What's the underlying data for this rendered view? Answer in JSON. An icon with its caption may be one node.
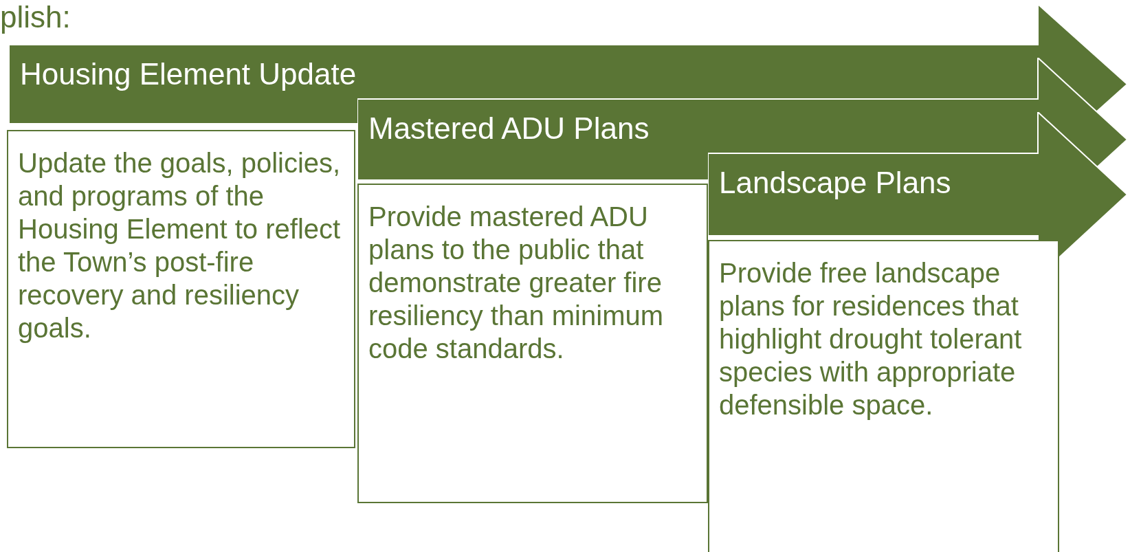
{
  "diagram": {
    "nodes": [
      {
        "text": [
          "Housing Element Update"
        ]
      },
      {
        "text": [
          "Update the goals, policies, and programs of the Housing Element to reflect the Town’s post-fire recovery and resiliency goals."
        ]
      },
      {
        "text": [
          "Mastered ADU Plans"
        ]
      },
      {
        "text": [
          "Provide mastered ADU plans to the public that demonstrate greater fire resiliency than minimum code standards."
        ]
      },
      {
        "text": [
          "Landscape Plans"
        ]
      },
      {
        "text": [
          "Provide free landscape plans for residences that highlight drought tolerant species with appropriate defensible space."
        ]
      }
    ],
    "labels": [
      "plish:"
    ]
  }
}
